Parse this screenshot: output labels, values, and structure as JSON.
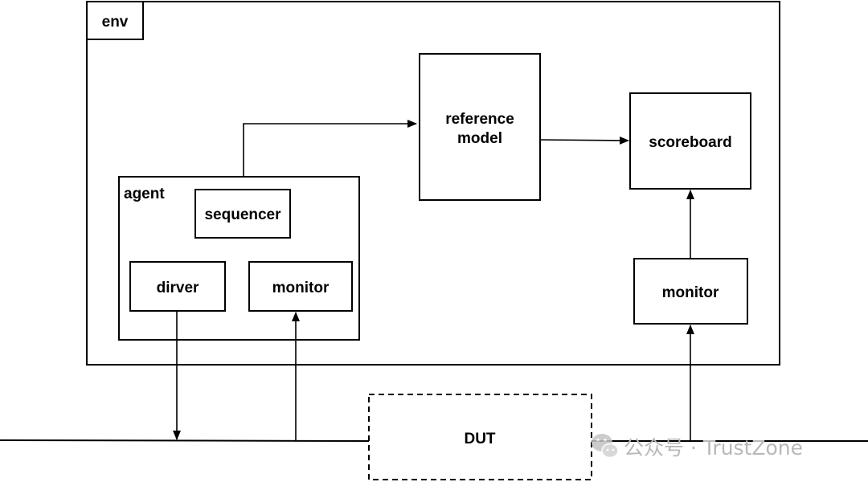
{
  "env": {
    "label": "env"
  },
  "agent": {
    "label": "agent",
    "sequencer": "sequencer",
    "driver": "dirver",
    "monitor": "monitor"
  },
  "reference_model": {
    "line1": "reference",
    "line2": "model"
  },
  "scoreboard": {
    "label": "scoreboard"
  },
  "env_monitor": {
    "label": "monitor"
  },
  "dut": {
    "label": "DUT"
  },
  "watermark": {
    "text": "公众号 · TrustZone",
    "icon": "wechat-icon"
  }
}
